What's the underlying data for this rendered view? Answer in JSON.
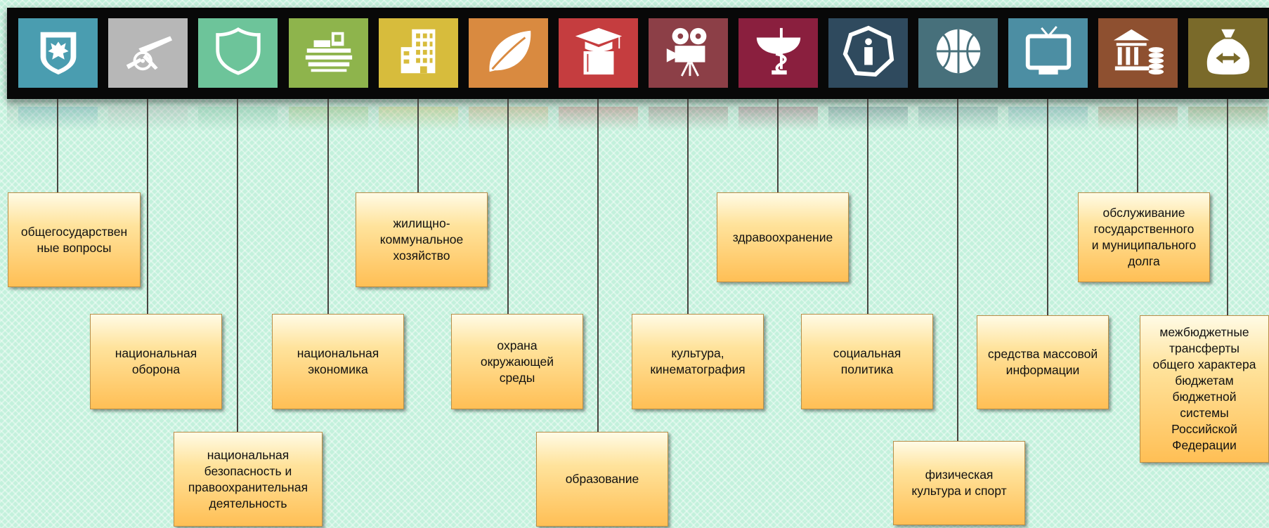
{
  "categories": [
    {
      "id": "general",
      "label": "общегосударствен\nные вопросы",
      "color": "#4a9db0",
      "icon": "coat-of-arms-icon"
    },
    {
      "id": "defense",
      "label": "национальная\nоборона",
      "color": "#b7b7b7",
      "icon": "artillery-cannon-icon"
    },
    {
      "id": "security",
      "label": "национальная\nбезопасность и\nправоохранительная\nдеятельность",
      "color": "#6dc49a",
      "icon": "shield-icon"
    },
    {
      "id": "economy",
      "label": "национальная\nэкономика",
      "color": "#8eb44c",
      "icon": "harvester-icon"
    },
    {
      "id": "housing",
      "label": "жилищно-\nкоммунальное\nхозяйство",
      "color": "#d7bc3c",
      "icon": "building-icon"
    },
    {
      "id": "environment",
      "label": "охрана\nокружающей\nсреды",
      "color": "#d98a40",
      "icon": "leaf-icon"
    },
    {
      "id": "education",
      "label": "образование",
      "color": "#c53d3f",
      "icon": "graduation-book-icon"
    },
    {
      "id": "culture",
      "label": "культура,\nкинематография",
      "color": "#8c3f47",
      "icon": "movie-camera-icon"
    },
    {
      "id": "health",
      "label": "здравоохранение",
      "color": "#8a1f3e",
      "icon": "medicine-bowl-icon"
    },
    {
      "id": "social",
      "label": "социальная\nполитика",
      "color": "#2f4a5e",
      "icon": "person-info-icon"
    },
    {
      "id": "sport",
      "label": "физическая\nкультура и спорт",
      "color": "#47707b",
      "icon": "basketball-icon"
    },
    {
      "id": "media",
      "label": "средства массовой\nинформации",
      "color": "#4c8ea3",
      "icon": "tv-icon"
    },
    {
      "id": "debt",
      "label": "обслуживание\nгосударственного\nи муниципального\nдолга",
      "color": "#8e5030",
      "icon": "bank-coins-icon"
    },
    {
      "id": "transfers",
      "label": "межбюджетные\nтрансферты\nобщего характера\nбюджетам\nбюджетной\nсистемы\nРоссийской\nФедерации",
      "color": "#7a6a2a",
      "icon": "money-bag-icon"
    }
  ]
}
